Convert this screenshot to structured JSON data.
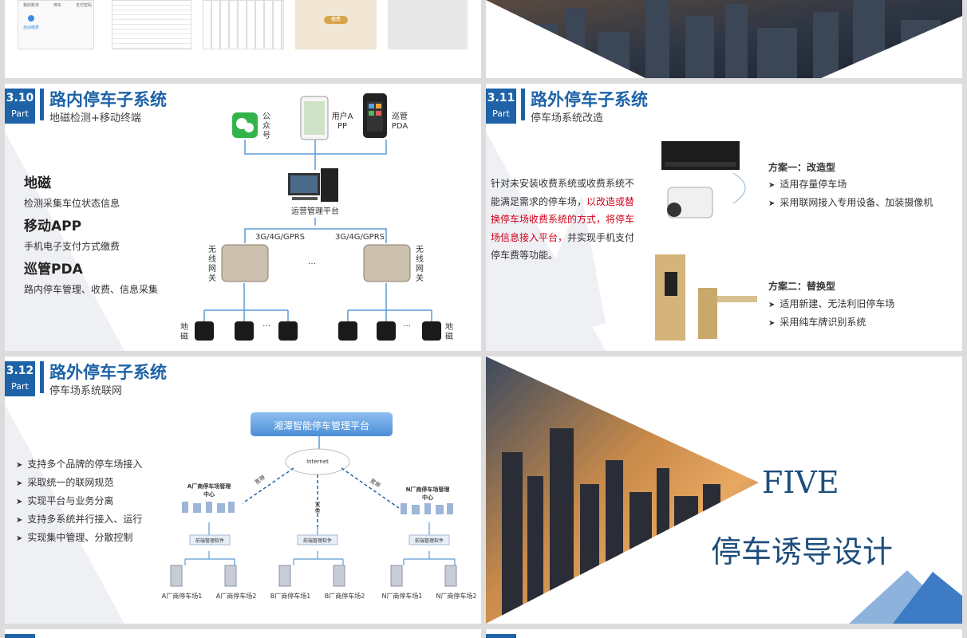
{
  "top_left": {
    "mini_labels": [
      "我的账单",
      "停车",
      "支付密码",
      "自动缴费"
    ],
    "button": "缴费"
  },
  "slide_310": {
    "part_num": "3.10",
    "part": "Part",
    "title": "路内停车子系统",
    "subtitle": "地磁检测+移动终端",
    "features": [
      {
        "name": "地磁",
        "desc": "检测采集车位状态信息"
      },
      {
        "name": "移动APP",
        "desc": "手机电子支付方式缴费"
      },
      {
        "name": "巡管PDA",
        "desc": "路内停车管理、收费、信息采集"
      }
    ],
    "diagram": {
      "wechat": "公众号",
      "app": "用户APP",
      "pda": "巡管PDA",
      "platform": "运营管理平台",
      "net_left": "3G/4G/GPRS",
      "net_right": "3G/4G/GPRS",
      "gateway": "无线网关",
      "ellipsis": "…",
      "sensor": "地磁"
    }
  },
  "slide_311": {
    "part_num": "3.11",
    "part": "Part",
    "title": "路外停车子系统",
    "subtitle": "停车场系统改造",
    "body_1": "针对未安装收费系统或收费系统不能满足需求的停车场，",
    "body_red": "以改造或替换停车场收费系统的方式，将停车场信息接入平台，",
    "body_2": "并实现手机支付停车费等功能。",
    "plan1": {
      "title": "方案一：改造型",
      "items": [
        "适用存量停车场",
        "采用联网接入专用设备、加装摄像机"
      ]
    },
    "plan2": {
      "title": "方案二：替换型",
      "items": [
        "适用新建、无法利旧停车场",
        "采用纯车牌识别系统"
      ]
    }
  },
  "slide_312": {
    "part_num": "3.12",
    "part": "Part",
    "title": "路外停车子系统",
    "subtitle": "停车场系统联网",
    "bullets": [
      "支持多个品牌的停车场接入",
      "采取统一的联网规范",
      "实现平台与业务分离",
      "支持多系统并行接入、运行",
      "实现集中管理、分散控制"
    ],
    "diagram": {
      "platform": "湘潭智能停车管理平台",
      "internet": "Internet",
      "broadband": "宽带",
      "center_a": "A厂商停车场管理中心",
      "center_n": "N厂商停车场管理中心",
      "software": "前端管理软件",
      "lots": [
        "A厂商停车场1",
        "A厂商停车场2",
        "B厂商停车场1",
        "B厂商停车场2",
        "N厂商停车场1",
        "N厂商停车场2"
      ]
    }
  },
  "slide_five": {
    "word": "FIVE",
    "title": "停车诱导设计"
  },
  "colors": {
    "accent": "#1e63a8",
    "red": "#d0021b",
    "dark_blue": "#1e4e7c"
  }
}
